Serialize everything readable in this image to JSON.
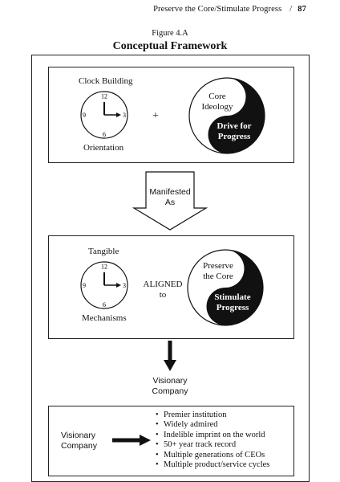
{
  "header": {
    "running_title": "Preserve the Core/Stimulate Progress",
    "separator": "/",
    "page_number": "87"
  },
  "figure": {
    "label": "Figure 4.A",
    "title": "Conceptual Framework"
  },
  "panel1": {
    "top_label": "Clock Building",
    "bottom_label": "Orientation",
    "clock_numbers": {
      "twelve": "12",
      "three": "3",
      "six": "6",
      "nine": "9"
    },
    "operator": "+",
    "yin_yang_white_text": [
      "Core",
      "Ideology"
    ],
    "yin_yang_black_text": [
      "Drive for",
      "Progress"
    ]
  },
  "arrow1": {
    "text": [
      "Manifested",
      "As"
    ]
  },
  "panel2": {
    "top_label": "Tangible",
    "bottom_label": "Mechanisms",
    "clock_numbers": {
      "twelve": "12",
      "three": "3",
      "six": "6",
      "nine": "9"
    },
    "connector": [
      "ALIGNED",
      "to"
    ],
    "yin_yang_white_text": [
      "Preserve",
      "the Core"
    ],
    "yin_yang_black_text": [
      "Stimulate",
      "Progress"
    ]
  },
  "result": {
    "text": [
      "Visionary",
      "Company"
    ]
  },
  "panel3": {
    "left_label": [
      "Visionary",
      "Company"
    ],
    "outcomes": [
      "Premier institution",
      "Widely admired",
      "Indelible imprint on the world",
      "50+ year track record",
      "Multiple generations of CEOs",
      "Multiple product/service cycles"
    ]
  },
  "colors": {
    "ink": "#111111",
    "paper": "#ffffff"
  },
  "icons": {
    "clock": "clock-icon",
    "yin_yang": "yin-yang-icon",
    "arrow": "arrow-icon"
  }
}
